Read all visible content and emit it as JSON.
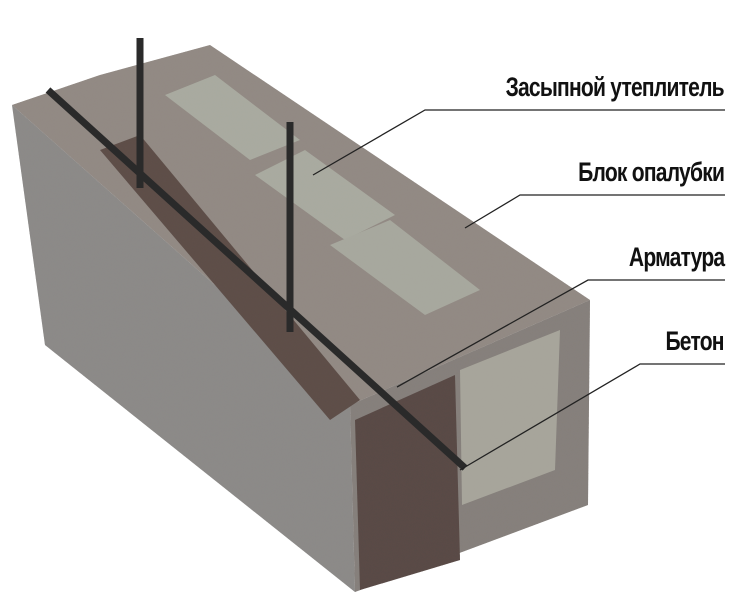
{
  "labels": {
    "insulation": "Засыпной утеплитель",
    "formwork_block": "Блок опалубки",
    "rebar": "Арматура",
    "concrete": "Бетон"
  },
  "colors": {
    "block": "#8f8a86",
    "insulation_fill": "#a9aaa0",
    "concrete": "#5a4b47",
    "rebar": "#2a2a2a",
    "text": "#111111"
  }
}
